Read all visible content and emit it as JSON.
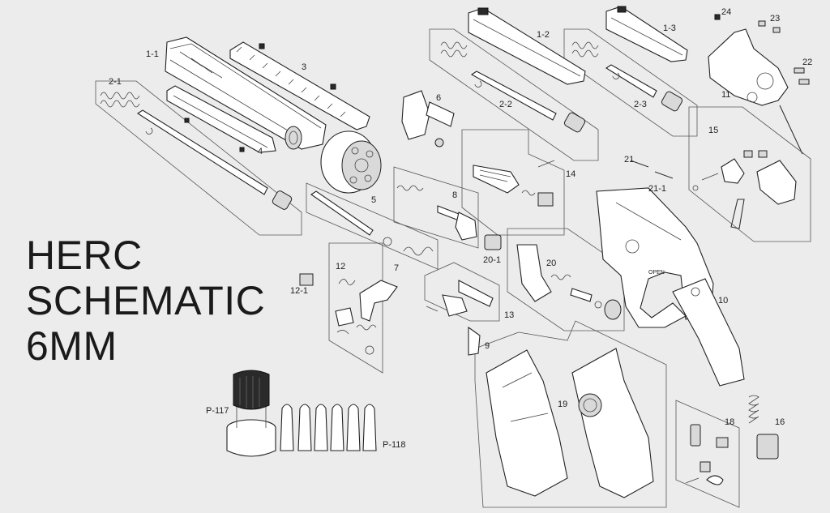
{
  "title_lines": [
    "HERC",
    "SCHEMATIC",
    "6MM"
  ],
  "part_labels": [
    "1-1",
    "3",
    "2-1",
    "4",
    "5",
    "6",
    "2-2",
    "1-2",
    "1-3",
    "2-3",
    "24",
    "23",
    "22",
    "11",
    "15",
    "21",
    "21-1",
    "14",
    "8",
    "20-1",
    "20",
    "7",
    "12",
    "12-1",
    "13",
    "9",
    "10",
    "19",
    "18",
    "16",
    "P-117",
    "P-118"
  ],
  "part_markings": [
    "OPEN"
  ]
}
